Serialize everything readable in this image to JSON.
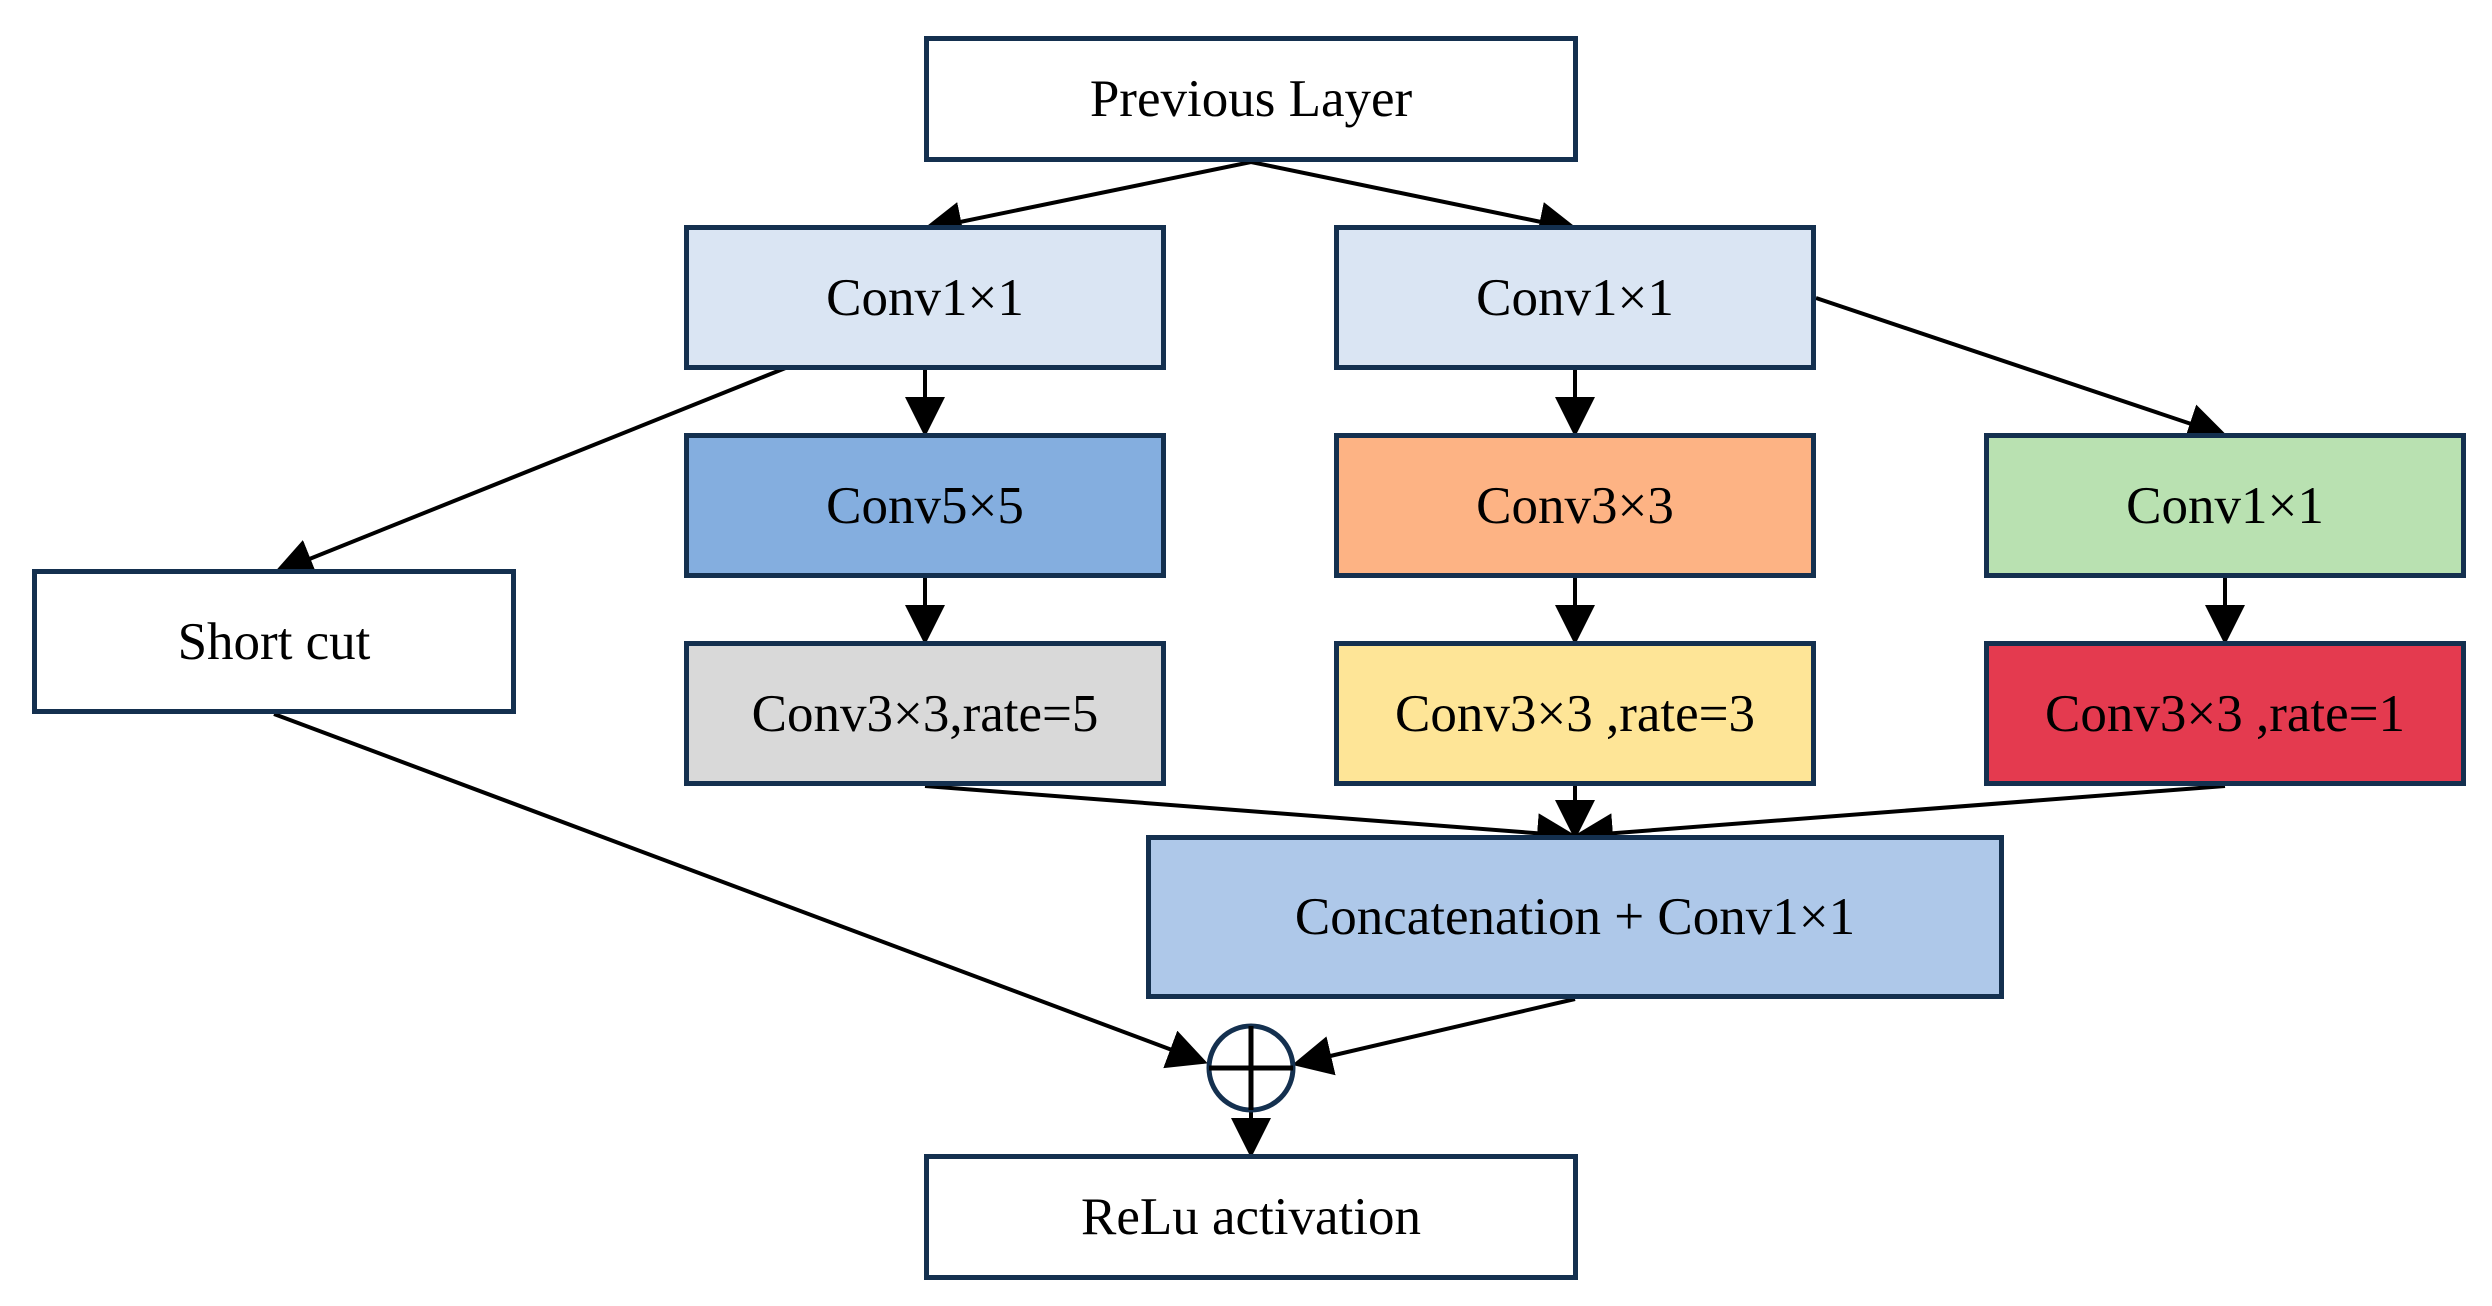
{
  "colors": {
    "border": "#14304f",
    "white": "#ffffff",
    "light_blue": "#dae5f3",
    "medium_blue": "#84aedf",
    "orange": "#fdb384",
    "green": "#b9e1b1",
    "gray": "#d9d9d9",
    "yellow": "#fee597",
    "red": "#e43a4f",
    "concat_blue": "#aec8e9"
  },
  "nodes": {
    "previous_layer": "Previous Layer",
    "conv1x1_left": "Conv1×1",
    "conv1x1_center": "Conv1×1",
    "short_cut": "Short cut",
    "conv5x5": "Conv5×5",
    "conv3x3_center": "Conv3×3",
    "conv1x1_right": "Conv1×1",
    "conv3x3_rate5": "Conv3×3,rate=5",
    "conv3x3_rate3": "Conv3×3 ,rate=3",
    "conv3x3_rate1": "Conv3×3 ,rate=1",
    "concatenation": "Concatenation + Conv1×1",
    "relu": "ReLu activation"
  },
  "icons": {
    "add_node": "circled-plus-icon"
  }
}
